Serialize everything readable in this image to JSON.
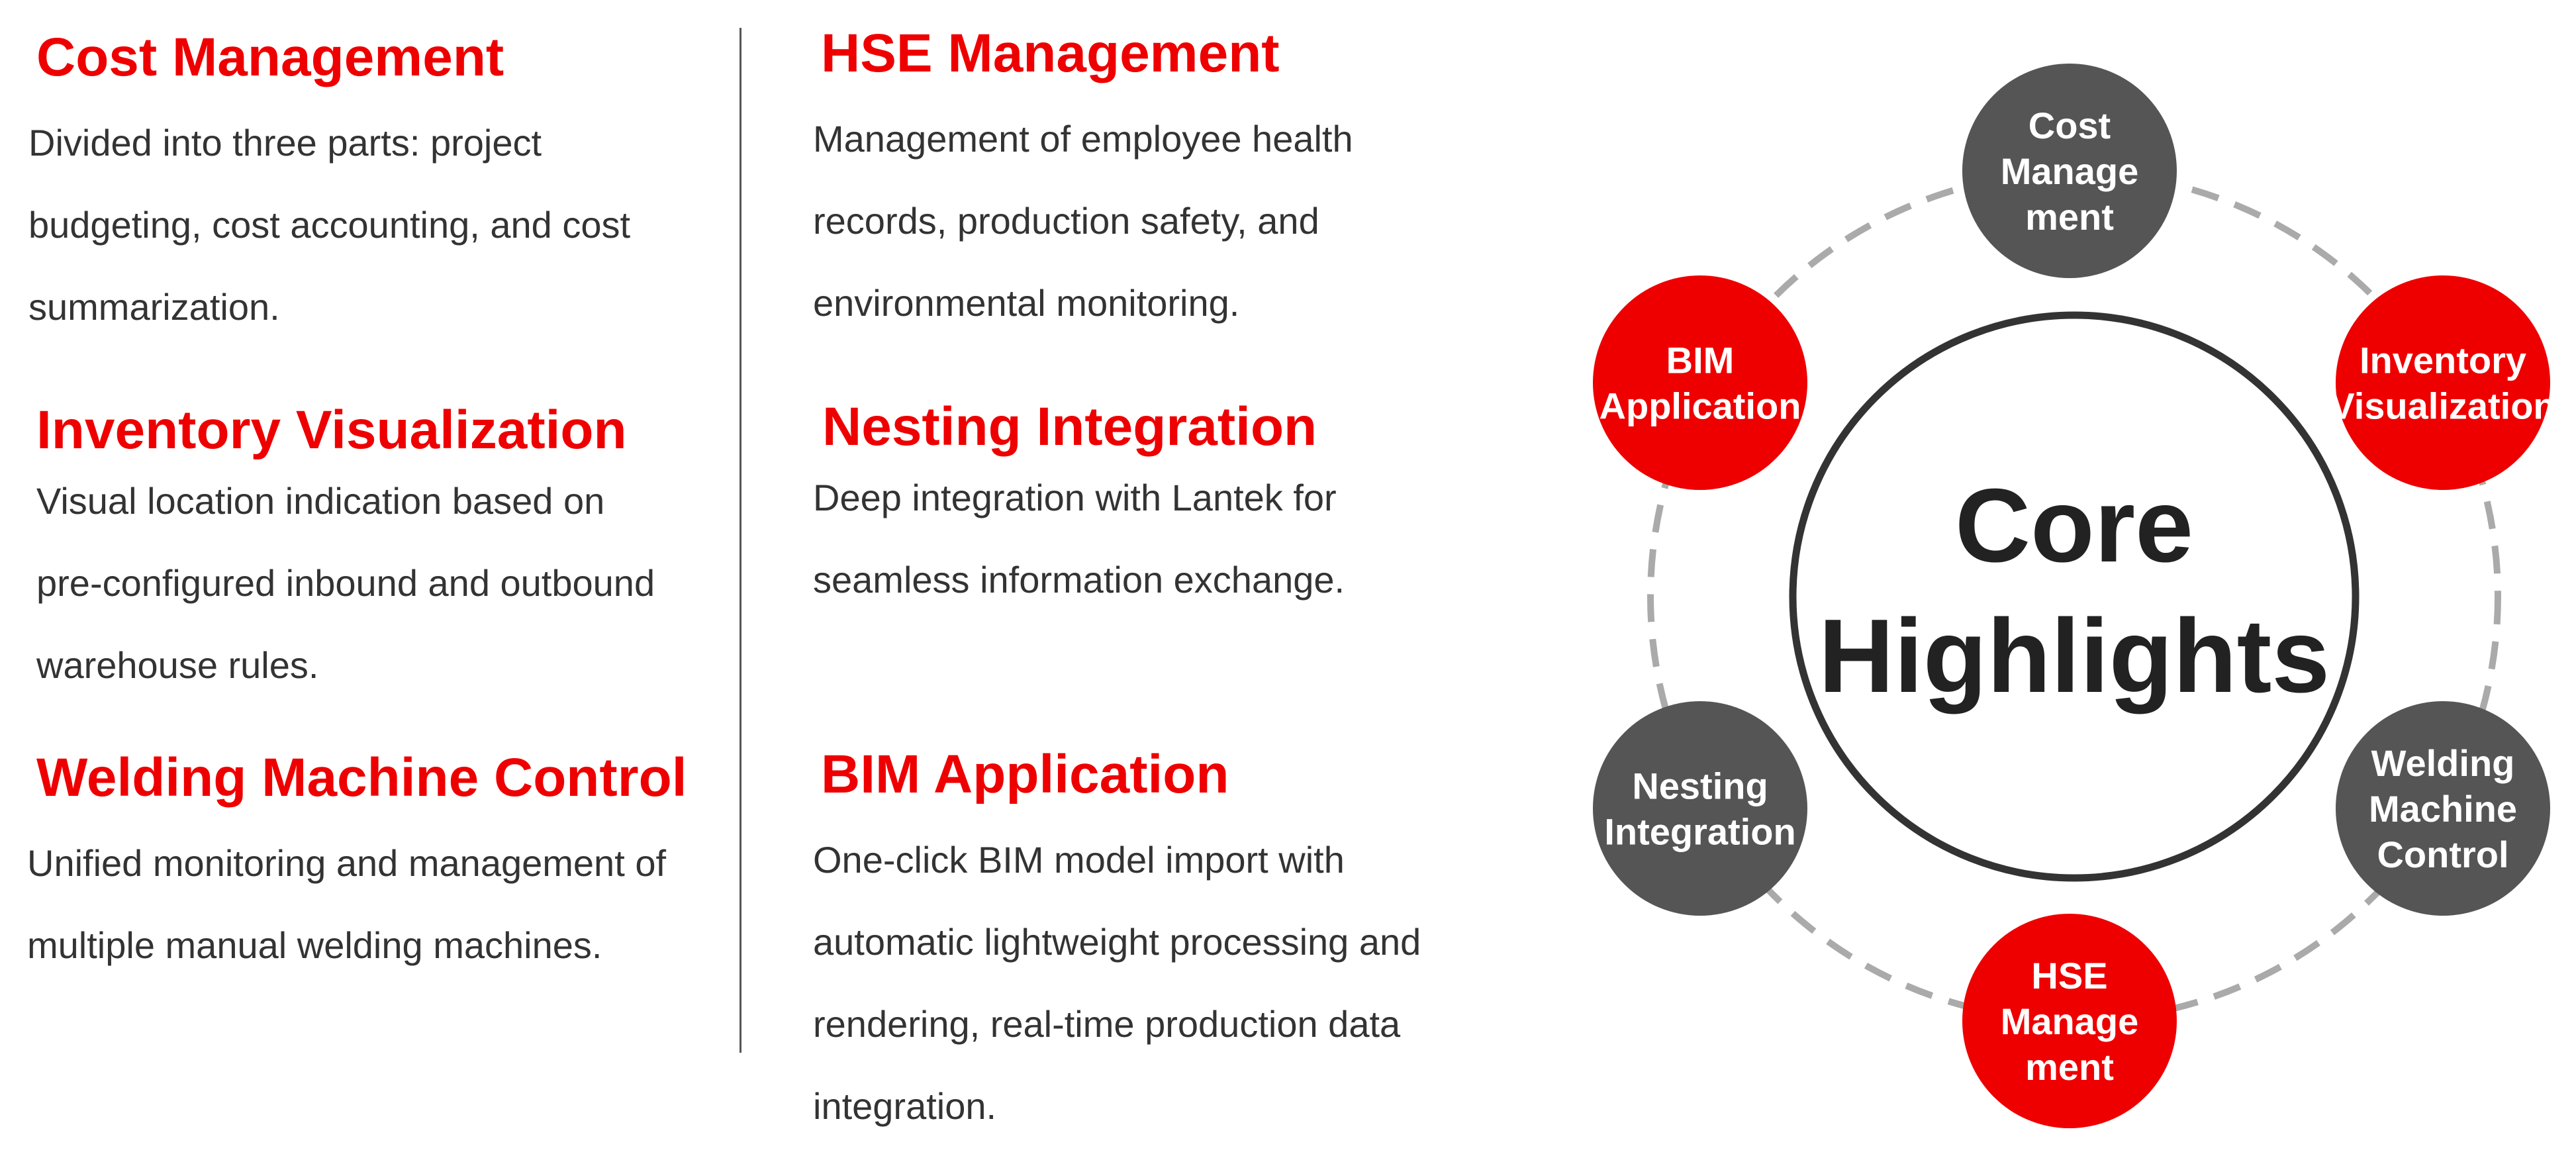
{
  "sections": [
    {
      "title": "Cost Management",
      "text": "Divided into three parts: project budgeting, cost accounting, and cost summarization."
    },
    {
      "title": "Inventory Visualization",
      "text": "Visual location indication based on pre-configured inbound and outbound warehouse rules."
    },
    {
      "title": "Welding Machine Control",
      "text": "Unified monitoring and management of multiple manual welding machines."
    },
    {
      "title": "HSE Management",
      "text": "Management of employee health records, production safety, and environmental monitoring."
    },
    {
      "title": "Nesting Integration",
      "text": "Deep integration with Lantek for seamless information exchange."
    },
    {
      "title": "BIM Application",
      "text": "One-click BIM model import with automatic lightweight processing and rendering, real-time production data integration."
    }
  ],
  "diagram": {
    "core": {
      "line1": "Core",
      "line2": "Highlights"
    },
    "nodes": [
      {
        "lines": [
          "Cost",
          "Manage",
          "ment"
        ],
        "color": "#555555"
      },
      {
        "lines": [
          "Inventory",
          "Visualization"
        ],
        "color": "#ee0000"
      },
      {
        "lines": [
          "Welding",
          "Machine",
          "Control"
        ],
        "color": "#555555"
      },
      {
        "lines": [
          "HSE",
          "Manage",
          "ment"
        ],
        "color": "#ee0000"
      },
      {
        "lines": [
          "Nesting",
          "Integration"
        ],
        "color": "#555555"
      },
      {
        "lines": [
          "BIM",
          "Application"
        ],
        "color": "#ee0000"
      }
    ]
  },
  "colors": {
    "accent": "#ee0000",
    "dark_node": "#555555",
    "text": "#333333"
  }
}
